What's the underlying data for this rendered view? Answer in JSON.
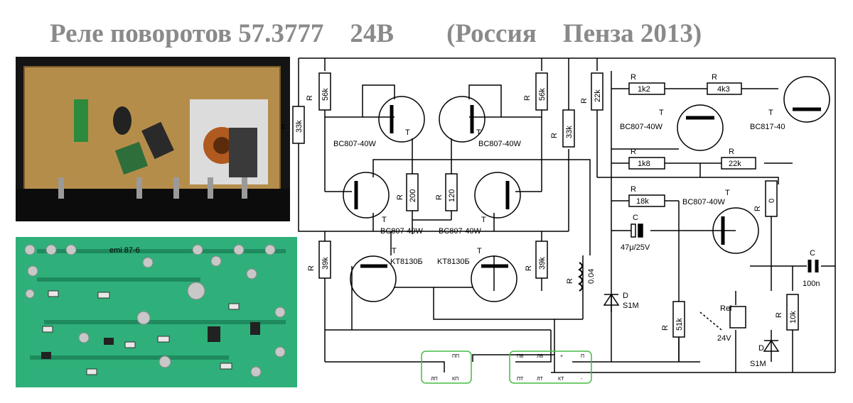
{
  "title": "Реле поворотов 57.3777    24В        (Россия    Пенза 2013)",
  "pcb_silk": "emi  87-6",
  "resistor_prefix": "R",
  "resistors": [
    {
      "id": "r33k-left",
      "value": "33k"
    },
    {
      "id": "r56k-left",
      "value": "56k"
    },
    {
      "id": "r56k-right",
      "value": "56k"
    },
    {
      "id": "r33k-right",
      "value": "33k"
    },
    {
      "id": "r200",
      "value": "200"
    },
    {
      "id": "r120",
      "value": "120"
    },
    {
      "id": "r39k-left",
      "value": "39k"
    },
    {
      "id": "r39k-right",
      "value": "39k"
    },
    {
      "id": "r22k-top",
      "value": "22k"
    },
    {
      "id": "r1k2",
      "value": "1k2"
    },
    {
      "id": "r4k3",
      "value": "4k3"
    },
    {
      "id": "r1k8",
      "value": "1k8"
    },
    {
      "id": "r22k-mid",
      "value": "22k"
    },
    {
      "id": "r18k",
      "value": "18k"
    },
    {
      "id": "r0",
      "value": "0"
    },
    {
      "id": "r51k",
      "value": "51k"
    },
    {
      "id": "r10k",
      "value": "10k"
    },
    {
      "id": "rshunt",
      "value": "0.04"
    }
  ],
  "transistor_prefix": "T",
  "transistors": [
    {
      "id": "t1",
      "value": "BC807-40W"
    },
    {
      "id": "t2",
      "value": "BC807-40W"
    },
    {
      "id": "t3",
      "value": "BC807-40W"
    },
    {
      "id": "t4",
      "value": "BC807-40W"
    },
    {
      "id": "t5",
      "value": "KT8130Б"
    },
    {
      "id": "t6",
      "value": "KT8130Б"
    },
    {
      "id": "t7",
      "value": "BC807-40W"
    },
    {
      "id": "t8",
      "value": "BC817-40"
    },
    {
      "id": "t9",
      "value": "BC807-40W"
    }
  ],
  "capacitor_prefix": "C",
  "capacitors": [
    {
      "id": "c-electrolytic",
      "value": "47μ/25V"
    },
    {
      "id": "c-100n",
      "value": "100n"
    }
  ],
  "diode_prefix": "D",
  "diodes": [
    {
      "id": "d1",
      "value": "S1M"
    },
    {
      "id": "d2",
      "value": "S1M"
    }
  ],
  "relay": {
    "name": "Rel",
    "voltage": "24V"
  },
  "connector_pins": {
    "pp": "ПП",
    "lp": "ЛП",
    "kp": "КП",
    "pb": "ПБ",
    "lb": "ЛБ",
    "plus": "+",
    "p": "П",
    "pt": "ПТ",
    "lt": "ЛТ",
    "kt": "КТ",
    "minus": "-"
  },
  "colors": {
    "title": "#8a8a8a",
    "connector_outline": "#44bb44",
    "connector_text": "#cc2222",
    "pcb_green": "#2fb07a",
    "relay_board": "#b08c4a"
  }
}
